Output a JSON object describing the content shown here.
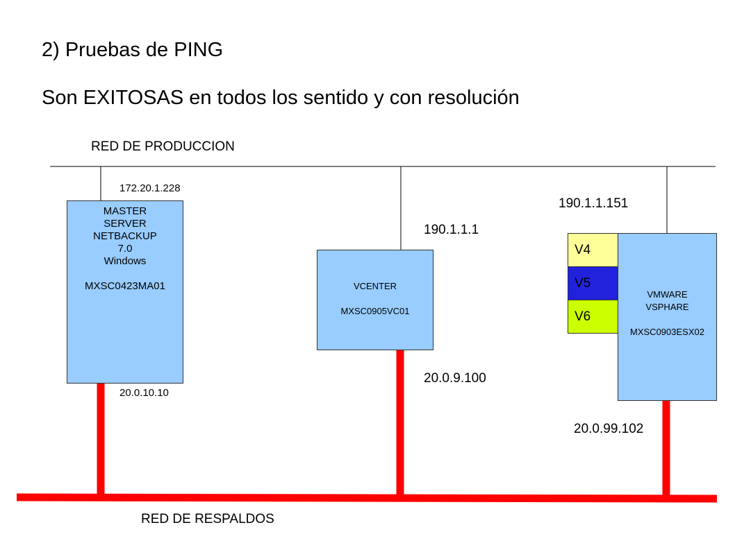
{
  "heading": {
    "title": "2) Pruebas de PING",
    "subtitle": "Son EXITOSAS en todos los sentido y con resolución"
  },
  "networks": {
    "production": "RED DE PRODUCCION",
    "backup": "RED DE RESPALDOS"
  },
  "colors": {
    "server_fill": "#99ccff",
    "backup_line": "#ff0000",
    "v4_fill": "#ffff99",
    "v5_fill": "#2222dd",
    "v6_fill": "#ccff00"
  },
  "master": {
    "lines": [
      "MASTER",
      "SERVER",
      "NETBACKUP",
      "7.0",
      "Windows",
      "",
      "MXSC0423MA01"
    ],
    "prod_ip": "172.20.1.228",
    "backup_ip": "20.0.10.10"
  },
  "vcenter": {
    "lines": [
      "VCENTER",
      "",
      "MXSC0905VC01"
    ],
    "prod_ip": "190.1.1.1",
    "backup_ip": "20.0.9.100"
  },
  "vmware": {
    "lines": [
      "VMWARE",
      "VSPHARE",
      "",
      "MXSC0903ESX02"
    ],
    "prod_ip": "190.1.1.151",
    "backup_ip": "20.0.99.102",
    "vms": [
      "V4",
      "V5",
      "V6"
    ]
  }
}
